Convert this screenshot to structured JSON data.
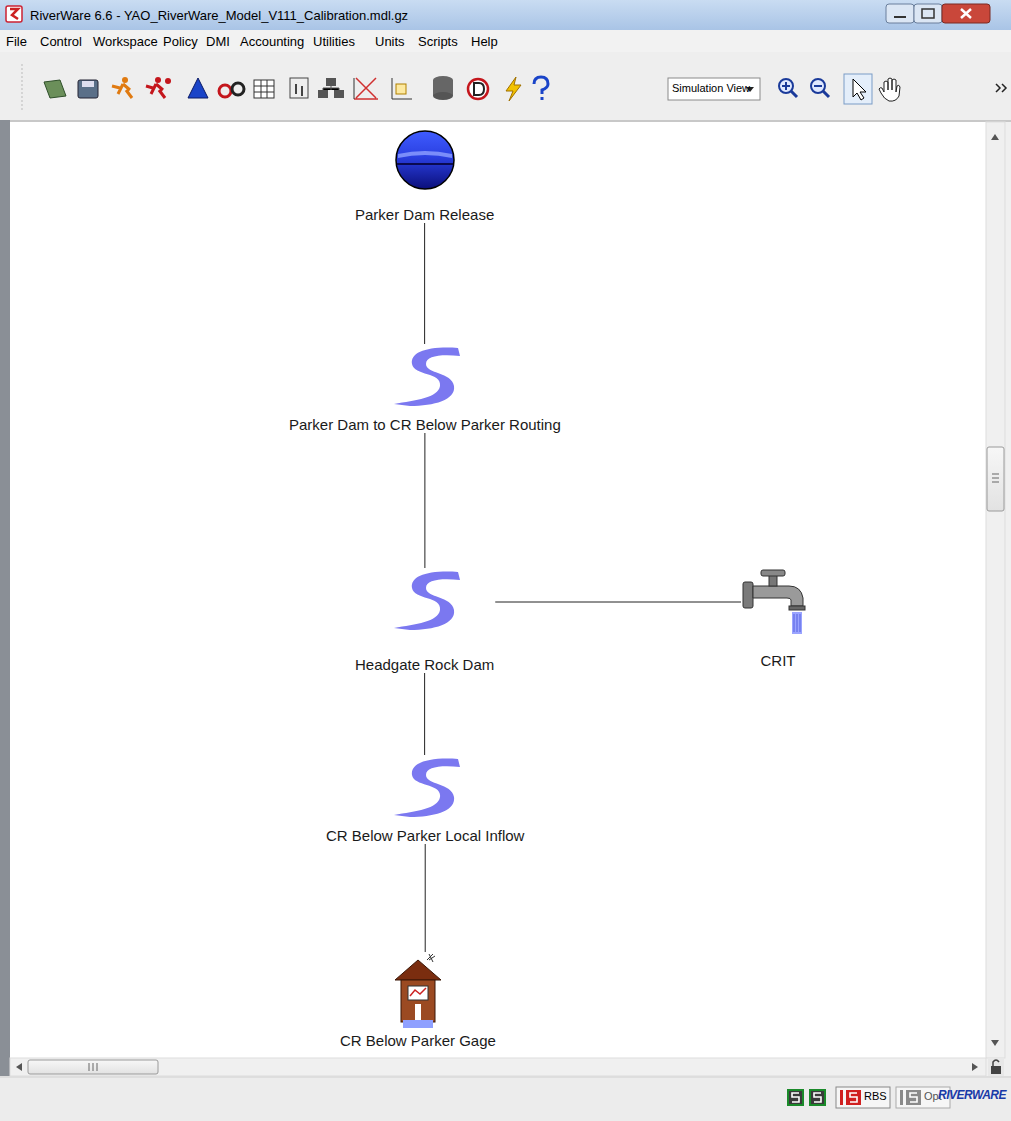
{
  "diagram": {
    "nodes": [
      {
        "text": [
          "Parker Dam Release"
        ]
      },
      {
        "text": [
          "Parker Dam to CR Below Parker Routing"
        ]
      },
      {
        "text": [
          "Headgate Rock Dam"
        ]
      },
      {
        "text": [
          "CRIT"
        ]
      },
      {
        "text": [
          "CR Below Parker Local Inflow"
        ]
      },
      {
        "text": [
          "CR Below Parker Gage"
        ]
      }
    ],
    "edges": [
      {
        "from": 0,
        "to": 1,
        "arrow": "none"
      },
      {
        "from": 1,
        "to": 2,
        "arrow": "none"
      },
      {
        "from": 2,
        "to": 3,
        "arrow": "none"
      },
      {
        "from": 2,
        "to": 4,
        "arrow": "none"
      },
      {
        "from": 4,
        "to": 5,
        "arrow": "none"
      }
    ],
    "labels": [
      "RiverWare 6.6 - YAO_RiverWare_Model_V111_Calibration.mdl.gz",
      "File",
      "Control",
      "Workspace",
      "Policy",
      "DMI",
      "Accounting",
      "Utilities",
      "Units",
      "Scripts",
      "Help",
      "Simulation View",
      "RBS",
      "Opt",
      "RIVERWARE"
    ]
  }
}
